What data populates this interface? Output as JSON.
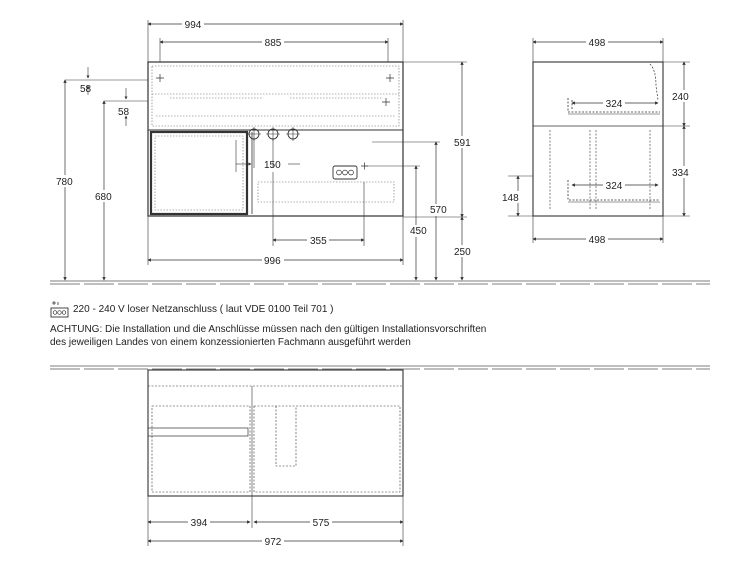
{
  "front_view": {
    "overall_width": "994",
    "inner_width": "885",
    "top_offset_a": "58",
    "top_offset_b": "58",
    "pipe_offset": "150",
    "height_total": "591",
    "height_floor": "780",
    "height_mid": "680",
    "height_570": "570",
    "height_450": "450",
    "height_250": "250",
    "drain_offset": "355",
    "base_width": "996"
  },
  "side_view": {
    "depth_top": "498",
    "drawer_depth_upper": "324",
    "drawer_depth_lower": "324",
    "height_upper": "240",
    "height_lower": "334",
    "height_148": "148",
    "depth_bottom": "498"
  },
  "notes": {
    "mains": "220 - 240 V loser Netzanschluss ( laut VDE 0100 Teil 701 )",
    "warning_line1": "ACHTUNG: Die Installation und die Anschlüsse müssen nach den gültigen Installationsvorschriften",
    "warning_line2": "des jeweiligen Landes von einem konzessionierten Fachmann ausgeführt werden"
  },
  "plan_view": {
    "left_width": "394",
    "right_width": "575",
    "total_width": "972"
  },
  "colors": {
    "line": "#333333",
    "light_line": "#888888",
    "dotted": "#555555"
  }
}
